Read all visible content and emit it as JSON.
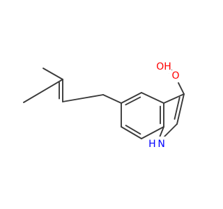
{
  "molecule": {
    "atom_labels": {
      "hydroxyl": "OH",
      "carbonyl_oxygen": "O",
      "indole_nitrogen": "H N"
    },
    "colors": {
      "bond": "#3a3a3a",
      "oxygen": "#ff0000",
      "nitrogen": "#0000ff"
    }
  }
}
